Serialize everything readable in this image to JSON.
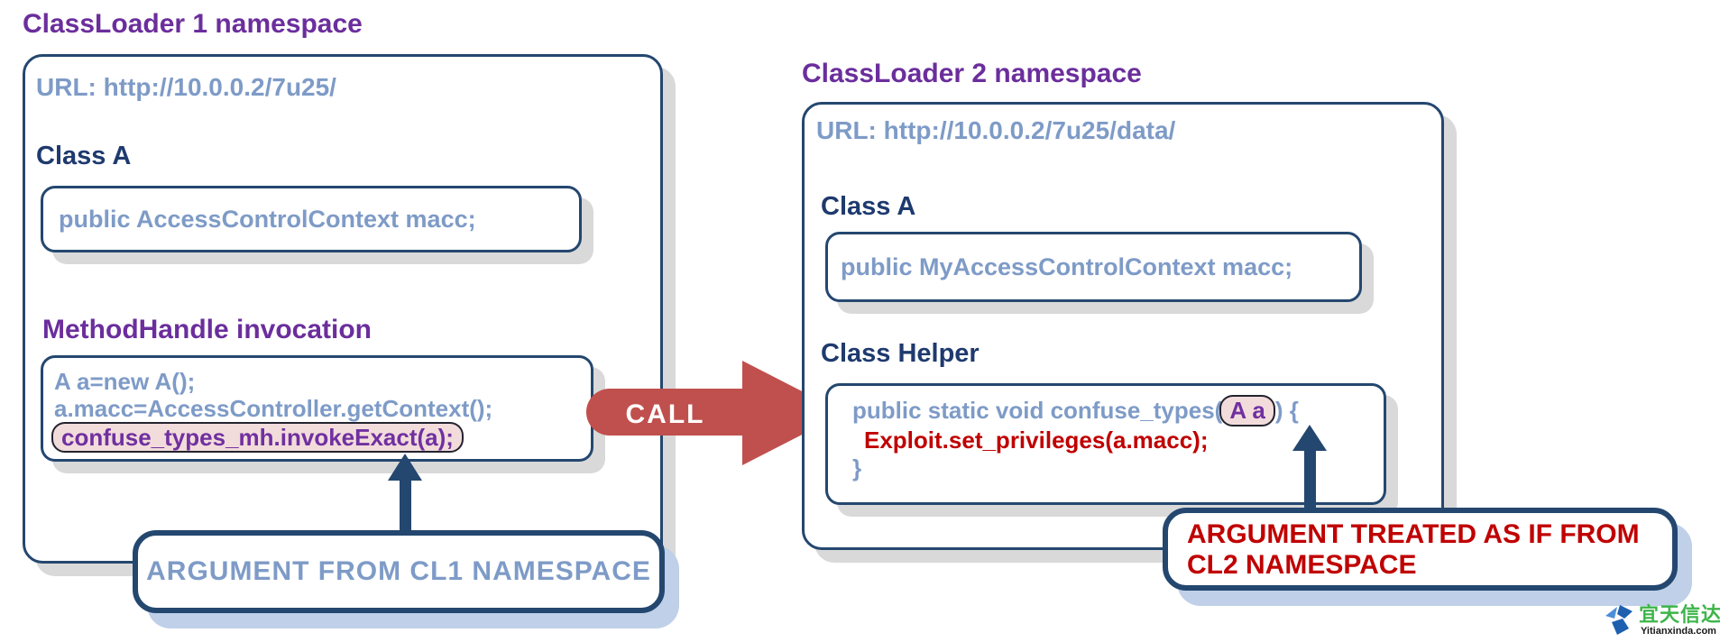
{
  "cl1": {
    "title": "ClassLoader 1 namespace",
    "url": "URL: http://10.0.0.2/7u25/",
    "class_a": {
      "label": "Class A",
      "code": "public AccessControlContext macc;"
    },
    "method_handle": {
      "label": "MethodHandle invocation",
      "line1": "A a=new A();",
      "line2": "a.macc=AccessController.getContext();",
      "highlight": "confuse_types_mh.invokeExact(a);"
    },
    "callout": "ARGUMENT FROM CL1 NAMESPACE"
  },
  "call": {
    "label": "CALL"
  },
  "cl2": {
    "title": "ClassLoader 2 namespace",
    "url": "URL: http://10.0.0.2/7u25/data/",
    "class_a": {
      "label": "Class A",
      "code": "public MyAccessControlContext macc;"
    },
    "helper": {
      "label": "Class Helper",
      "line1_pre": "public static void confuse_types(",
      "line1_arg": "A a",
      "line1_post": ") {",
      "line2": "Exploit.set_privileges(a.macc);",
      "line3": "}"
    },
    "callout_line1": "ARGUMENT TREATED AS IF FROM",
    "callout_line2": "CL2 NAMESPACE"
  },
  "watermark": {
    "brand": "宜天信达",
    "domain": "Yitianxinda.com"
  },
  "colors": {
    "purple_heading": "#6B2E9C",
    "navy_heading": "#1E3A6E",
    "steel_text": "#7E9BC7",
    "border_navy": "#24476F",
    "call_arrow_red": "#C0504D",
    "exploit_red": "#C00000",
    "highlight_pink": "#F2DCDB",
    "highlight_text_purple": "#7030A0",
    "callout_text_red": "#C00000",
    "shadow_gray": "#D9D9D9",
    "shadow_blue": "#BFD0E8",
    "brand_green": "#3DB54A",
    "brand_blue": "#1E5FB0"
  }
}
